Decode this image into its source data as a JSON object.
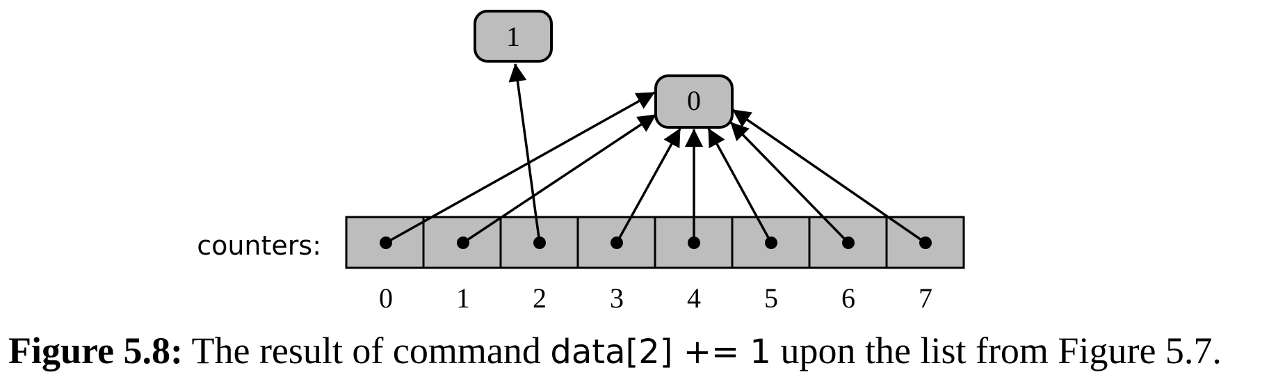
{
  "diagram": {
    "list_label": "counters:",
    "nodes": [
      {
        "id": "one",
        "value": "1"
      },
      {
        "id": "zero",
        "value": "0"
      }
    ],
    "cells": [
      {
        "index": "0",
        "target": "zero"
      },
      {
        "index": "1",
        "target": "zero"
      },
      {
        "index": "2",
        "target": "one"
      },
      {
        "index": "3",
        "target": "zero"
      },
      {
        "index": "4",
        "target": "zero"
      },
      {
        "index": "5",
        "target": "zero"
      },
      {
        "index": "6",
        "target": "zero"
      },
      {
        "index": "7",
        "target": "zero"
      }
    ]
  },
  "caption": {
    "label": "Figure 5.8:",
    "text_before": "The result of command",
    "code": "data[2] += 1",
    "text_after": "upon the list from Figure 5.7."
  }
}
